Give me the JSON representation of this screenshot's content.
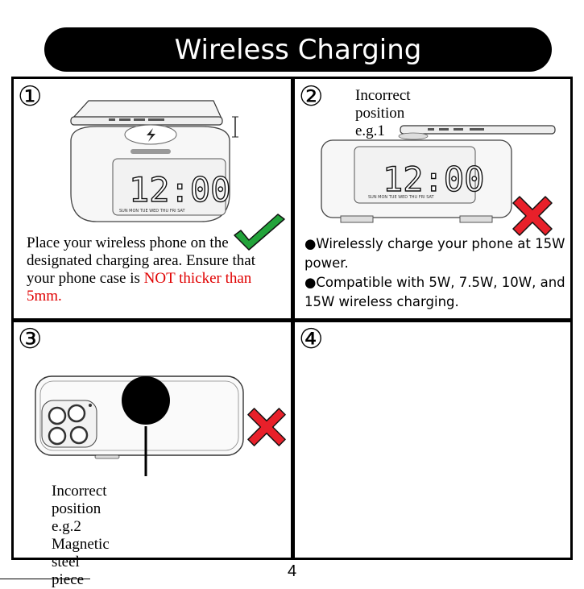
{
  "title": "Wireless Charging",
  "page_number": "4",
  "panels": [
    {
      "number": "①",
      "text_parts": [
        "Place your wireless phone on the designated charging area. Ensure that your phone case is ",
        "NOT thicker than 5mm."
      ],
      "clock_display": "12:00",
      "status_icon": "check-icon"
    },
    {
      "number": "②",
      "caption": "Incorrect position e.g.1",
      "bullets": [
        "●Wirelessly charge your phone at 15W power.",
        "●Compatible with 5W, 7.5W, 10W, and 15W wireless charging."
      ],
      "clock_display": "12:00",
      "status_icon": "cross-icon"
    },
    {
      "number": "③",
      "caption_lines": [
        "Incorrect position e.g.2",
        "Magnetic steel piece"
      ],
      "status_icon": "cross-icon"
    },
    {
      "number": "④"
    }
  ],
  "colors": {
    "title_bg": "#000000",
    "check": "#22a33a",
    "cross": "#e8202a",
    "warning_text": "#e00000"
  }
}
